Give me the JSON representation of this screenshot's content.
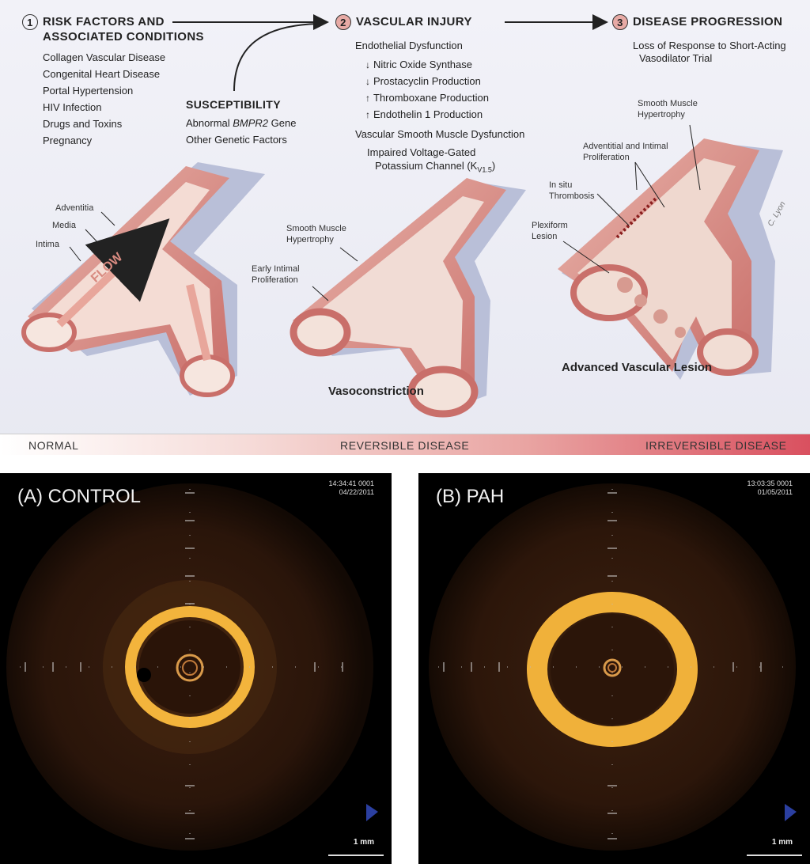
{
  "step1": {
    "number": "1",
    "title_line1": "RISK FACTORS AND",
    "title_line2": "ASSOCIATED CONDITIONS",
    "items": [
      "Collagen Vascular Disease",
      "Congenital Heart Disease",
      "Portal Hypertension",
      "HIV Infection",
      "Drugs and Toxins",
      "Pregnancy"
    ]
  },
  "susceptibility": {
    "title": "SUSCEPTIBILITY",
    "line1_pre": "Abnormal ",
    "line1_gene": "BMPR2",
    "line1_post": " Gene",
    "line2": "Other Genetic Factors"
  },
  "step2": {
    "number": "2",
    "title": "VASCULAR INJURY",
    "endothelial": "Endothelial Dysfunction",
    "items": [
      {
        "arrow": "↓",
        "text": "Nitric Oxide Synthase"
      },
      {
        "arrow": "↓",
        "text": "Prostacyclin Production"
      },
      {
        "arrow": "↑",
        "text": "Thromboxane Production"
      },
      {
        "arrow": "↑",
        "text": "Endothelin 1 Production"
      }
    ],
    "smooth_muscle": "Vascular Smooth Muscle Dysfunction",
    "impaired_line1": "Impaired Voltage-Gated",
    "impaired_line2_pre": "Potassium Channel (K",
    "impaired_sub": "V1.5",
    "impaired_line2_post": ")"
  },
  "step3": {
    "number": "3",
    "title": "DISEASE PROGRESSION",
    "line1": "Loss of Response to Short-Acting",
    "line2": "Vasodilator Trial"
  },
  "normal_labels": {
    "adventitia": "Adventitia",
    "media": "Media",
    "intima": "Intima",
    "flow": "FLOW"
  },
  "mid_labels": {
    "smooth_muscle": "Smooth Muscle Hypertrophy",
    "early_intimal": "Early Intimal Proliferation",
    "caption": "Vasoconstriction"
  },
  "right_labels": {
    "smooth_muscle": "Smooth Muscle Hypertrophy",
    "adventitial": "Adventitial and Intimal Proliferation",
    "in_situ": "In situ Thrombosis",
    "plexiform": "Plexiform Lesion",
    "caption": "Advanced Vascular Lesion",
    "signature": "C. Lyon"
  },
  "scale": {
    "normal": "NORMAL",
    "reversible": "REVERSIBLE DISEASE",
    "irreversible": "IRREVERSIBLE DISEASE"
  },
  "panel_a": {
    "title": "(A) CONTROL",
    "time": "14:34:41  0001",
    "date": "04/22/2011",
    "scale_label": "1 mm"
  },
  "panel_b": {
    "title": "(B) PAH",
    "time": "13:03:35  0001",
    "date": "01/05/2011",
    "scale_label": "1 mm"
  },
  "colors": {
    "vessel_outer": "#d98a84",
    "vessel_inner": "#f3d6cf",
    "adventitia": "#b9bfd8",
    "oct_ring": "#f0b13a",
    "background": "#eceef5"
  }
}
